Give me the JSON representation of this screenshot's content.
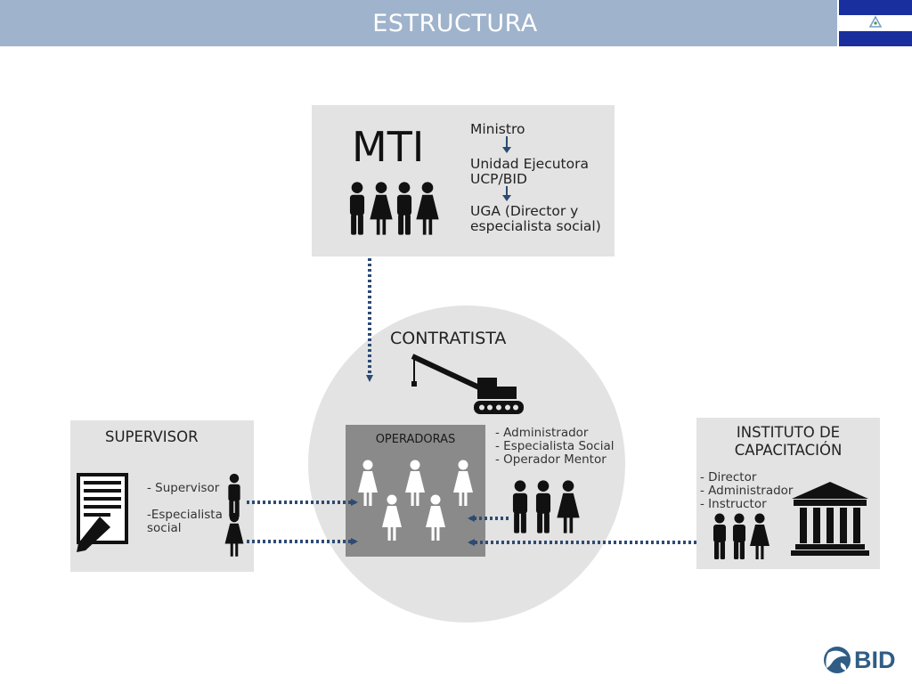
{
  "header": {
    "title": "ESTRUCTURA"
  },
  "mti": {
    "title": "MTI",
    "chain": [
      "Ministro",
      "Unidad Ejecutora\nUCP/BID",
      "UGA (Director y\nespecialista social)"
    ]
  },
  "contratista": {
    "title": "CONTRATISTA",
    "operadoras_label": "OPERADORAS",
    "roles": "- Administrador\n- Especialista Social\n- Operador Mentor"
  },
  "supervisor": {
    "title": "SUPERVISOR",
    "role1": "- Supervisor",
    "role2": "-Especialista\nsocial"
  },
  "instituto": {
    "title": "INSTITUTO DE\nCAPACITACIÓN",
    "roles": "- Director\n- Administrador\n- Instructor"
  },
  "logo": {
    "text": "BID"
  },
  "colors": {
    "header": "#9fb3cc",
    "arrow": "#2d4a73",
    "box": "#e3e3e3",
    "circle": "#e3e3e3",
    "operadoras": "#8a8a8a",
    "flag_blue": "#1a2f9e"
  },
  "icons": [
    "people-group-icon",
    "crane-icon",
    "document-pen-icon",
    "bank-building-icon",
    "man-icon",
    "woman-icon",
    "bid-logo-icon",
    "nicaragua-flag-icon"
  ]
}
